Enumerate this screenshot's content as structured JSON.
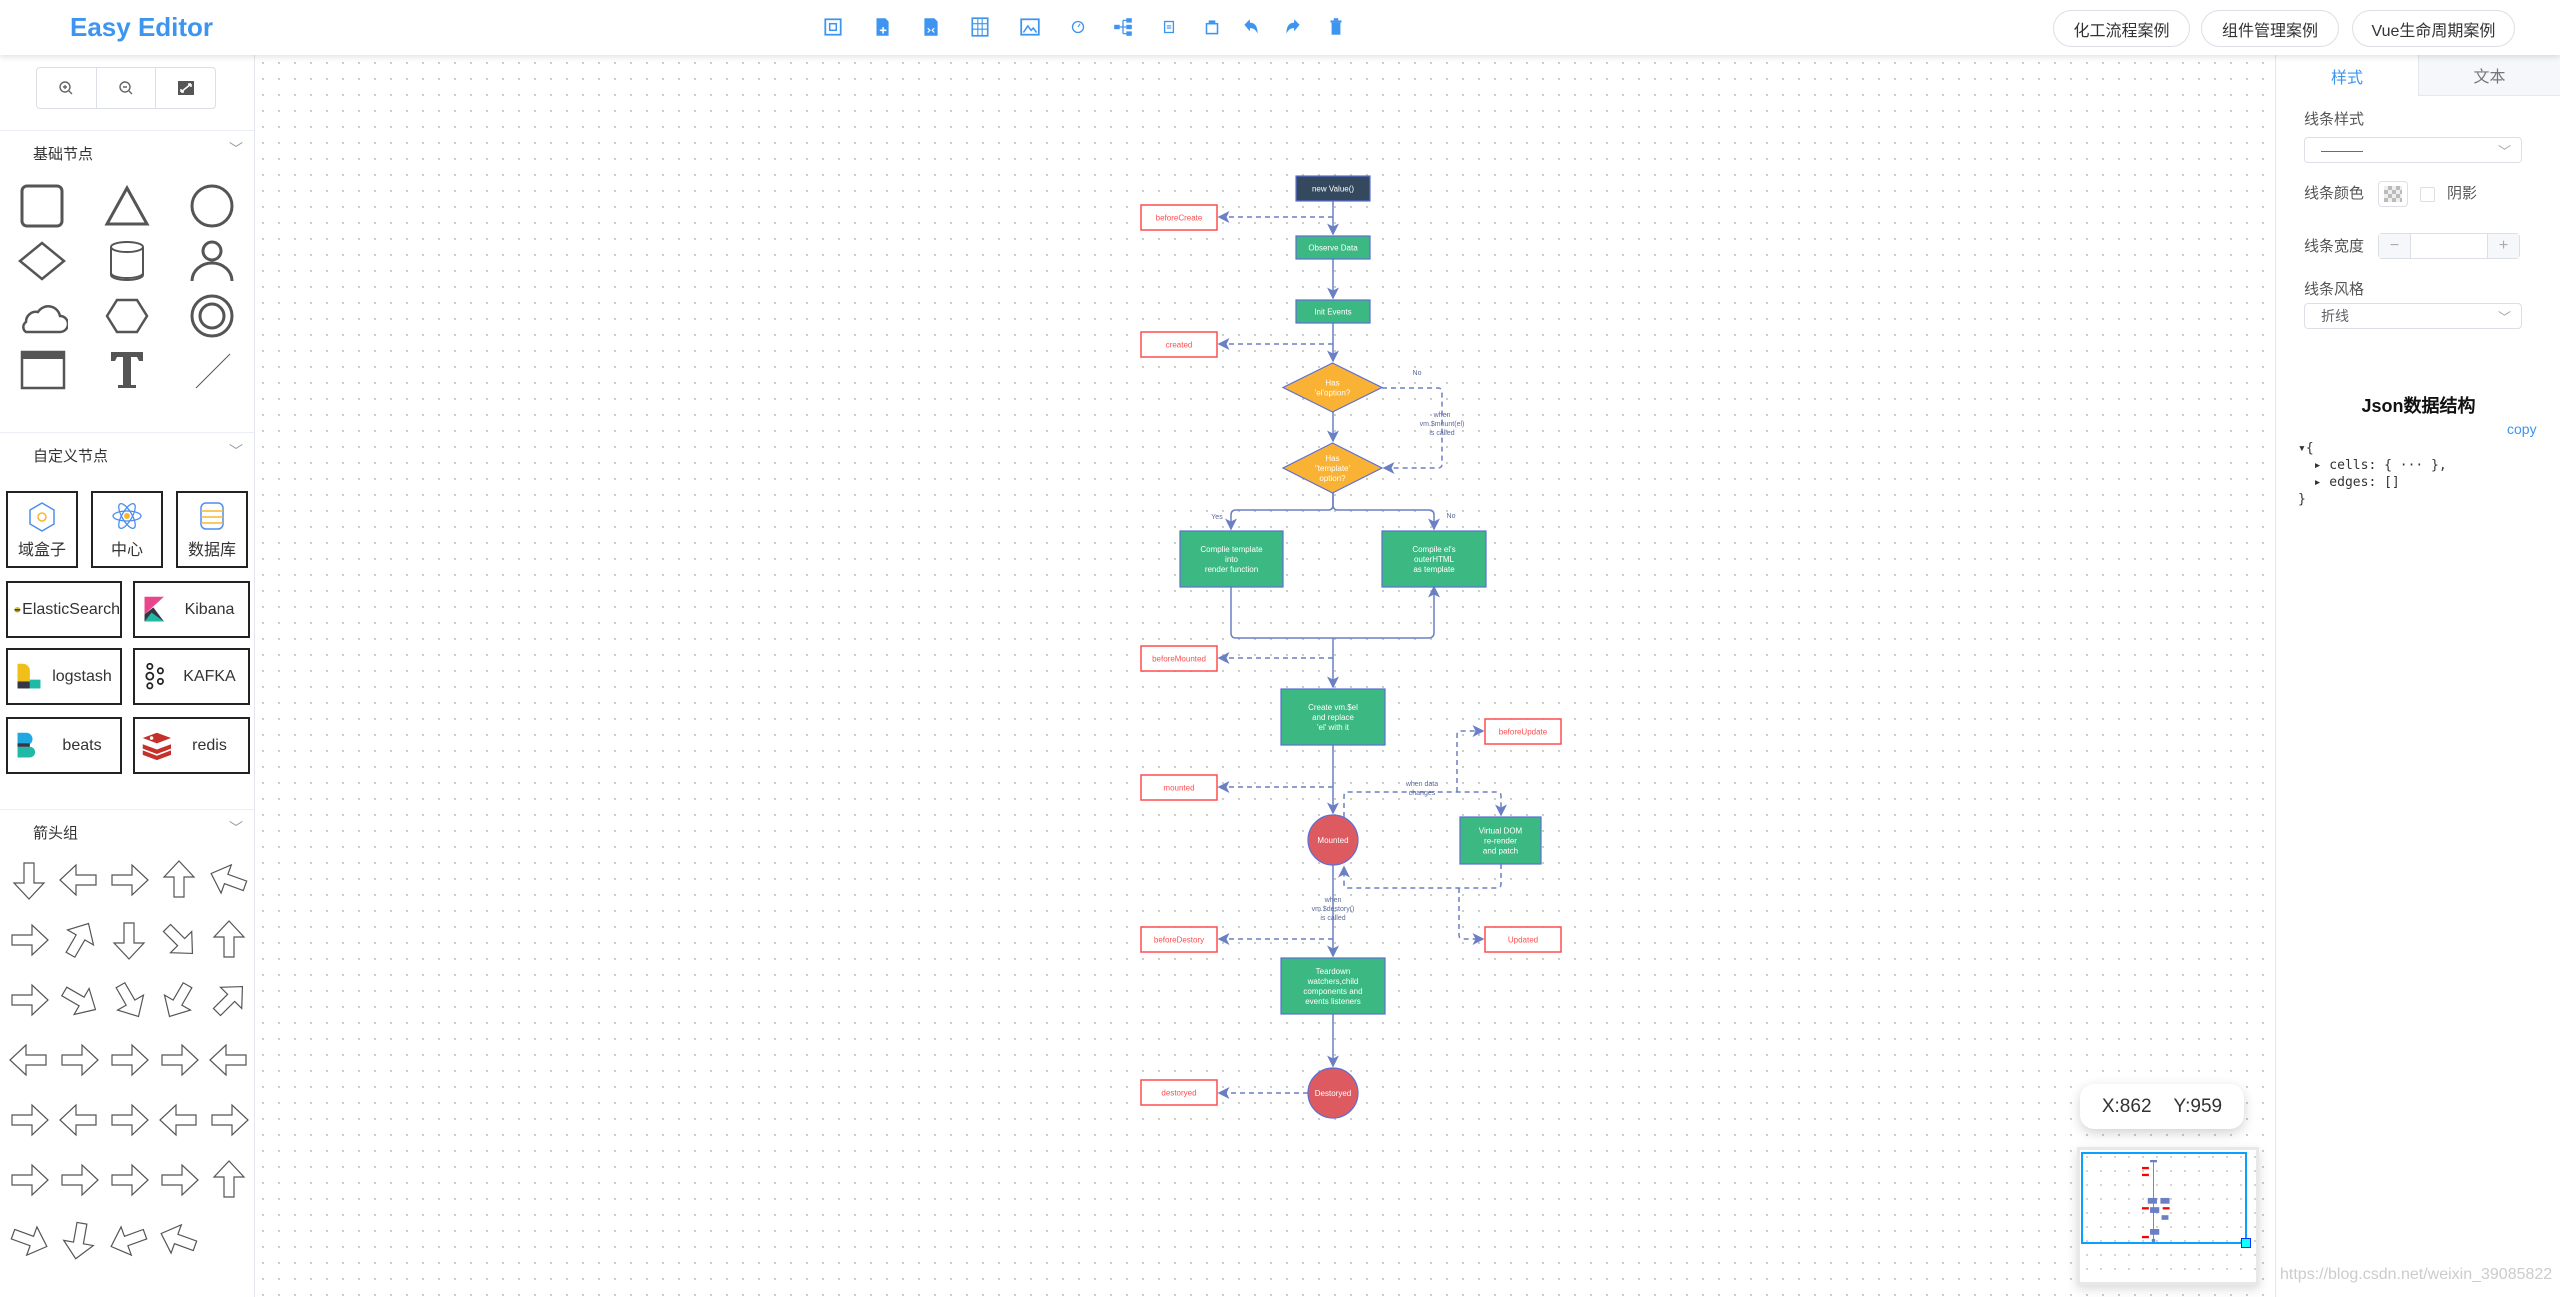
{
  "header": {
    "title": "Easy Editor",
    "accent": "#3d95f0",
    "toolbar": [
      "save-image-icon",
      "export-json-icon",
      "export-xml-icon",
      "grid-icon",
      "image-icon",
      "clock-icon",
      "tree-layout-icon",
      "preview-icon",
      "print-icon",
      "undo-icon",
      "redo-icon",
      "delete-icon"
    ],
    "buttons": [
      "化工流程案例",
      "组件管理案例",
      "Vue生命周期案例"
    ]
  },
  "sidebar": {
    "zoom_tools": [
      "zoom-in-icon",
      "zoom-out-icon",
      "fit-screen-icon"
    ],
    "sections": [
      {
        "title": "基础节点",
        "shapes": [
          "rectangle",
          "triangle",
          "circle",
          "diamond",
          "cylinder",
          "user",
          "cloud",
          "hexagon",
          "double-circle",
          "window",
          "text",
          "line"
        ]
      },
      {
        "title": "自定义节点",
        "items": [
          {
            "label": "域盒子",
            "icon": "box-icon"
          },
          {
            "label": "中心",
            "icon": "atom-icon"
          },
          {
            "label": "数据库",
            "icon": "database-icon"
          },
          {
            "label": "ElasticSearch",
            "icon": "elasticsearch-icon"
          },
          {
            "label": "Kibana",
            "icon": "kibana-icon"
          },
          {
            "label": "logstash",
            "icon": "logstash-icon"
          },
          {
            "label": "KAFKA",
            "icon": "kafka-icon"
          },
          {
            "label": "beats",
            "icon": "beats-icon"
          },
          {
            "label": "redis",
            "icon": "redis-icon"
          }
        ]
      },
      {
        "title": "箭头组",
        "arrow_count": 34
      }
    ]
  },
  "canvas": {
    "nodes": [
      {
        "id": "new",
        "type": "dark",
        "lines": [
          "new Value()"
        ]
      },
      {
        "id": "observe",
        "type": "green",
        "lines": [
          "Observe Data"
        ]
      },
      {
        "id": "init",
        "type": "green",
        "lines": [
          "Init Events"
        ]
      },
      {
        "id": "el",
        "type": "diamond",
        "lines": [
          "Has",
          "'el'option?"
        ]
      },
      {
        "id": "tpl",
        "type": "diamond",
        "lines": [
          "Has",
          "\"template'",
          "option?"
        ]
      },
      {
        "id": "compile1",
        "type": "green",
        "lines": [
          "Complie template",
          "into",
          "render function"
        ]
      },
      {
        "id": "compile2",
        "type": "green",
        "lines": [
          "Compile el's",
          "outerHTML",
          "as template"
        ]
      },
      {
        "id": "create",
        "type": "green",
        "lines": [
          "Create vm.$el",
          "and replace",
          "'el' with it"
        ]
      },
      {
        "id": "mountedc",
        "type": "circle",
        "lines": [
          "Mounted"
        ]
      },
      {
        "id": "vdom",
        "type": "green",
        "lines": [
          "Virtual DOM",
          "re-render",
          "and patch"
        ]
      },
      {
        "id": "teardown",
        "type": "green",
        "lines": [
          "Teardown",
          "watchers,child",
          "components and",
          "events listeners"
        ]
      },
      {
        "id": "destroyedc",
        "type": "circle",
        "lines": [
          "Destoryed"
        ]
      },
      {
        "id": "beforeCreate",
        "type": "hook",
        "lines": [
          "beforeCreate"
        ]
      },
      {
        "id": "created",
        "type": "hook",
        "lines": [
          "created"
        ]
      },
      {
        "id": "beforeMounted",
        "type": "hook",
        "lines": [
          "beforeMounted"
        ]
      },
      {
        "id": "mounted",
        "type": "hook",
        "lines": [
          "mounted"
        ]
      },
      {
        "id": "beforeUpdate",
        "type": "hook",
        "lines": [
          "beforeUpdate"
        ]
      },
      {
        "id": "updated",
        "type": "hook",
        "lines": [
          "Updated"
        ]
      },
      {
        "id": "beforeDestory",
        "type": "hook",
        "lines": [
          "beforeDestory"
        ]
      },
      {
        "id": "destoryed",
        "type": "hook",
        "lines": [
          "destoryed"
        ]
      }
    ],
    "edge_labels": {
      "no1": [
        "No"
      ],
      "mount": [
        "when",
        "vm.$mount(el)",
        "is called"
      ],
      "yes": [
        "Yes"
      ],
      "no2": [
        "No"
      ],
      "data": [
        "when data",
        "changes"
      ],
      "destroy": [
        "when",
        "vm.$destory()",
        "is called"
      ]
    },
    "colors": {
      "green": "#3cb882",
      "dark": "#34495e",
      "diamond": "#f9b233",
      "circle": "#dc5a60",
      "hook": "#ff4d4f",
      "edge": "#6b7fc4"
    }
  },
  "right_panel": {
    "tabs": [
      {
        "label": "样式",
        "active": true
      },
      {
        "label": "文本",
        "active": false
      }
    ],
    "line_style_label": "线条样式",
    "line_style_value": "———",
    "line_color_label": "线条颜色",
    "shadow_label": "阴影",
    "shadow_checked": false,
    "line_width_label": "线条宽度",
    "line_width_value": "",
    "minus": "−",
    "plus": "+",
    "line_type_label": "线条风格",
    "line_type_value": "折线",
    "json_title": "Json数据结构",
    "copy": "copy",
    "json_lines": [
      "▾{",
      "  ▸ cells: { ··· },",
      "  ▸ edges: []",
      "}"
    ]
  },
  "coords": {
    "x": "X:862",
    "y": "Y:959"
  },
  "watermark": "https://blog.csdn.net/weixin_39085822"
}
